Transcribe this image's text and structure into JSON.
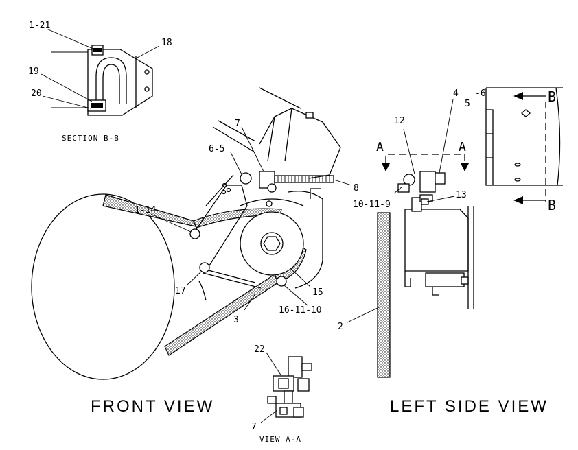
{
  "views": {
    "front": "FRONT VIEW",
    "left_side": "LEFT SIDE VIEW",
    "section": "SECTION B-B",
    "detail": "VIEW A-A"
  },
  "section_marks": {
    "a": "A",
    "b": "B"
  },
  "callouts": {
    "c1_21": "1-21",
    "c18": "18",
    "c19": "19",
    "c20": "20",
    "c7_top": "7",
    "c6_5": "6-5",
    "c8": "8",
    "c1_14": "1-14",
    "c17": "17",
    "c3": "3",
    "c15": "15",
    "c16_11_10": "16-11-10",
    "c12": "12",
    "c4": "4",
    "c5": "5",
    "c6": "-6",
    "c10_11_9": "10-11-9",
    "c13": "13",
    "c2": "2",
    "c22": "22",
    "c7_bottom": "7"
  }
}
